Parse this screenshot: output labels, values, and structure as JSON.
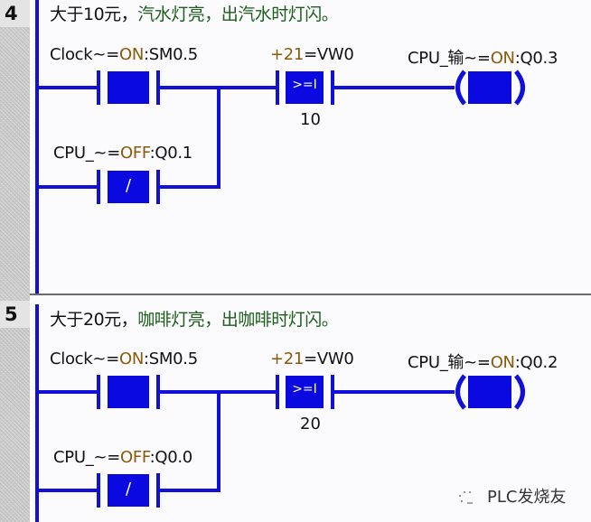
{
  "networks": [
    {
      "number": "4",
      "comment_black": "大于10元，",
      "comment_green": "汽水灯亮，出汽水时灯闪。",
      "contact_top": {
        "name": "Clock~",
        "eq": "=",
        "state": "ON",
        "addr": ":SM0.5",
        "type": "normally-open"
      },
      "contact_bottom": {
        "name": "CPU_~",
        "eq": "=",
        "state": "OFF",
        "addr": ":Q0.1",
        "type": "normally-closed",
        "symbol": "/"
      },
      "compare": {
        "plus": "+21",
        "operand": "=VW0",
        "op": ">=I",
        "value": "10"
      },
      "coil": {
        "name": "CPU_输~",
        "eq": "=",
        "state": "ON",
        "addr": ":Q0.3"
      }
    },
    {
      "number": "5",
      "comment_black": "大于20元，",
      "comment_green": "咖啡灯亮，出咖啡时灯闪。",
      "contact_top": {
        "name": "Clock~",
        "eq": "=",
        "state": "ON",
        "addr": ":SM0.5",
        "type": "normally-open"
      },
      "contact_bottom": {
        "name": "CPU_~",
        "eq": "=",
        "state": "OFF",
        "addr": ":Q0.0",
        "type": "normally-closed",
        "symbol": "/"
      },
      "compare": {
        "plus": "+21",
        "operand": "=VW0",
        "op": ">=I",
        "value": "20"
      },
      "coil": {
        "name": "CPU_输~",
        "eq": "=",
        "state": "ON",
        "addr": ":Q0.2"
      }
    }
  ],
  "watermark": {
    "icon": "wechat-icon",
    "text": "PLC发烧友"
  },
  "colors": {
    "wire": "#1010d8",
    "block": "#0a0ae0",
    "comment_green": "#1a5e1a",
    "state": "#8a5a0a"
  }
}
